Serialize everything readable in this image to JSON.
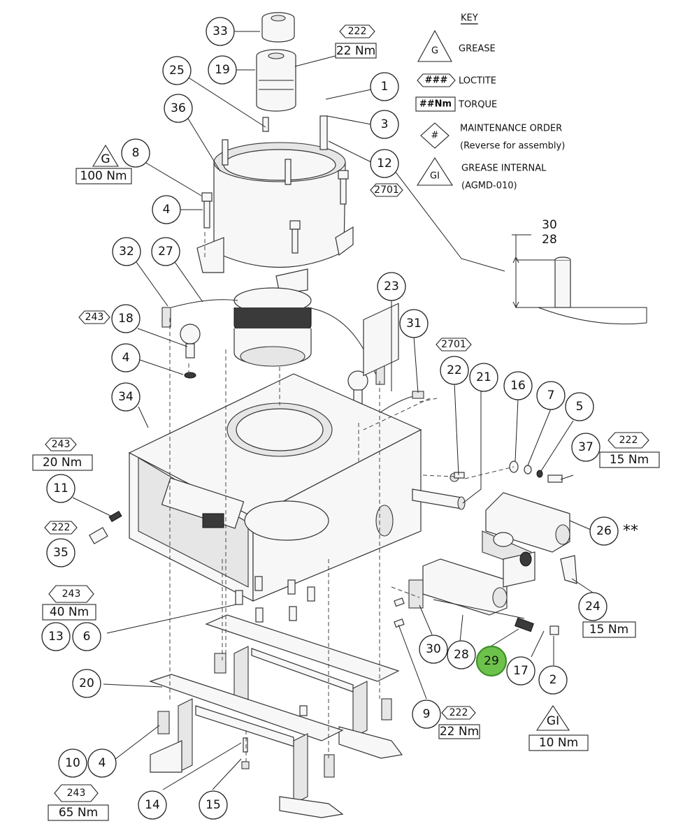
{
  "key": {
    "title": "KEY",
    "items": [
      {
        "symbol": "G",
        "label": "GREASE",
        "sub": ""
      },
      {
        "symbol": "###",
        "label": "LOCTITE",
        "sub": ""
      },
      {
        "symbol": "##Nm",
        "label": "TORQUE",
        "sub": ""
      },
      {
        "symbol": "#",
        "label": "MAINTENANCE ORDER",
        "sub": "(Reverse for assembly)"
      },
      {
        "symbol": "GI",
        "label": "GREASE INTERNAL",
        "sub": "(AGMD-010)"
      }
    ]
  },
  "callouts": [
    {
      "id": "c33",
      "label": "33"
    },
    {
      "id": "c19",
      "label": "19"
    },
    {
      "id": "c25",
      "label": "25"
    },
    {
      "id": "c36",
      "label": "36"
    },
    {
      "id": "c8",
      "label": "8"
    },
    {
      "id": "c4a",
      "label": "4"
    },
    {
      "id": "c1",
      "label": "1"
    },
    {
      "id": "c3",
      "label": "3"
    },
    {
      "id": "c12",
      "label": "12"
    },
    {
      "id": "c32",
      "label": "32"
    },
    {
      "id": "c27",
      "label": "27"
    },
    {
      "id": "c18",
      "label": "18"
    },
    {
      "id": "c4b",
      "label": "4"
    },
    {
      "id": "c34",
      "label": "34"
    },
    {
      "id": "c23",
      "label": "23"
    },
    {
      "id": "c31",
      "label": "31"
    },
    {
      "id": "c22",
      "label": "22"
    },
    {
      "id": "c21",
      "label": "21"
    },
    {
      "id": "c16",
      "label": "16"
    },
    {
      "id": "c7",
      "label": "7"
    },
    {
      "id": "c5",
      "label": "5"
    },
    {
      "id": "c37",
      "label": "37"
    },
    {
      "id": "c11",
      "label": "11"
    },
    {
      "id": "c35",
      "label": "35"
    },
    {
      "id": "c26",
      "label": "26"
    },
    {
      "id": "c24",
      "label": "24"
    },
    {
      "id": "c13",
      "label": "13"
    },
    {
      "id": "c6",
      "label": "6"
    },
    {
      "id": "c30",
      "label": "30"
    },
    {
      "id": "c28",
      "label": "28"
    },
    {
      "id": "c29",
      "label": "29"
    },
    {
      "id": "c17",
      "label": "17"
    },
    {
      "id": "c2",
      "label": "2"
    },
    {
      "id": "c20",
      "label": "20"
    },
    {
      "id": "c9",
      "label": "9"
    },
    {
      "id": "c10",
      "label": "10"
    },
    {
      "id": "c4c",
      "label": "4"
    },
    {
      "id": "c14",
      "label": "14"
    },
    {
      "id": "c15",
      "label": "15"
    }
  ],
  "loctite_tags": [
    "222",
    "2701",
    "243",
    "2701",
    "243",
    "222",
    "222",
    "243",
    "222",
    "243"
  ],
  "torques": [
    "22 Nm",
    "100 Nm",
    "20 Nm",
    "15 Nm",
    "40 Nm",
    "15 Nm",
    "22 Nm",
    "10 Nm",
    "65 Nm"
  ],
  "grease_symbols": [
    "G",
    "GI"
  ],
  "detail_labels": {
    "top": "30",
    "bottom": "28"
  },
  "note_26": "**",
  "colors": {
    "highlight": "#6cc24a",
    "line": "#222222"
  }
}
